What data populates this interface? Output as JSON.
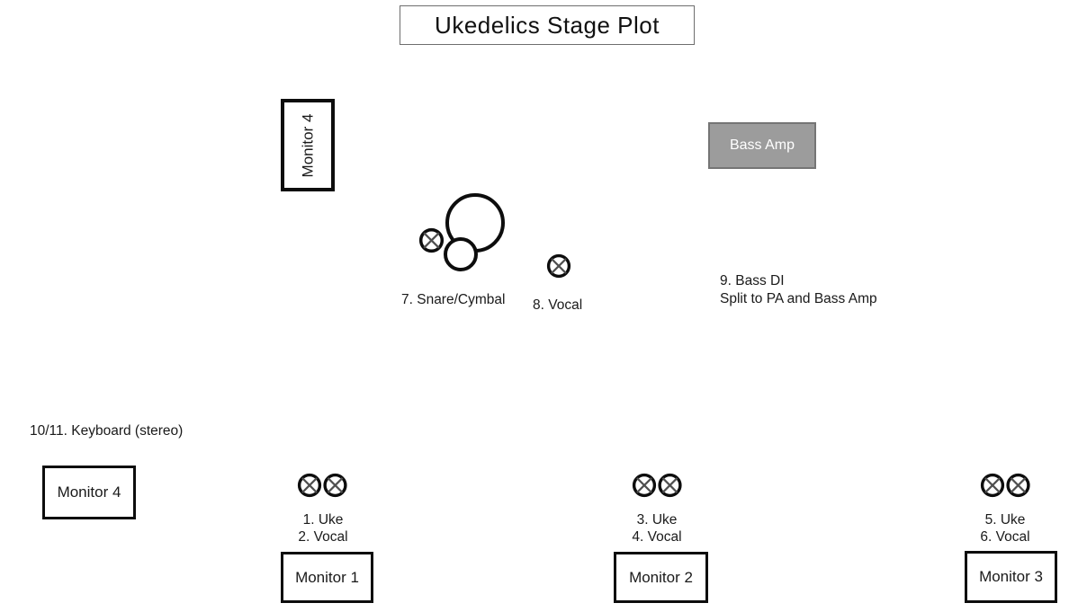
{
  "title": "Ukedelics Stage Plot",
  "stage": {
    "monitors": {
      "top": {
        "label": "Monitor 4"
      },
      "left": {
        "label": "Monitor 4"
      },
      "m1": {
        "label": "Monitor 1"
      },
      "m2": {
        "label": "Monitor 2"
      },
      "m3": {
        "label": "Monitor 3"
      }
    },
    "bass_amp": {
      "label": "Bass Amp"
    },
    "drums": {
      "label": "7. Snare/Cymbal"
    },
    "vocal_center": {
      "label": "8. Vocal"
    },
    "bass_di": {
      "line1": "9. Bass DI",
      "line2": "Split to PA and Bass Amp"
    },
    "keyboard": {
      "label": "10/11. Keyboard (stereo)"
    },
    "positions": [
      {
        "uke": "1. Uke",
        "vocal": "2. Vocal"
      },
      {
        "uke": "3. Uke",
        "vocal": "4. Vocal"
      },
      {
        "uke": "5. Uke",
        "vocal": "6. Vocal"
      }
    ]
  },
  "colors": {
    "amp_fill": "#9c9c9c",
    "amp_border": "#757575",
    "outline_black": "#0d0d0d",
    "mic_x_gray": "#4f4f4f"
  },
  "icons": {
    "mic_symbol": "circle-with-x (microphone position)"
  }
}
